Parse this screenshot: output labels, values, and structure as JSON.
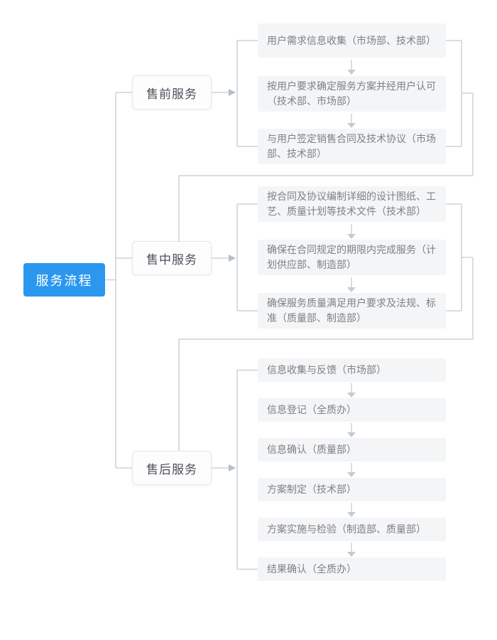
{
  "root": {
    "label": "服务流程"
  },
  "branches": [
    {
      "label": "售前服务",
      "steps": [
        {
          "text": "用户需求信息收集（市场部、技术部）"
        },
        {
          "text": "按用户要求确定服务方案并经用户认可（技术部、市场部）"
        },
        {
          "text": "与用户签定销售合同及技术协议（市场部、技术部）"
        }
      ]
    },
    {
      "label": "售中服务",
      "steps": [
        {
          "text": "按合同及协议编制详细的设计图纸、工艺、质量计划等技术文件（技术部）"
        },
        {
          "text": "确保在合同规定的期限内完成服务（计划供应部、制造部）"
        },
        {
          "text": "确保服务质量满足用户要求及法规、标准（质量部、制造部）"
        }
      ]
    },
    {
      "label": "售后服务",
      "steps": [
        {
          "text": "信息收集与反馈（市场部）"
        },
        {
          "text": "信息登记（全质办）"
        },
        {
          "text": "信息确认（质量部）"
        },
        {
          "text": "方案制定（技术部）"
        },
        {
          "text": "方案实施与检验（制造部、质量部）"
        },
        {
          "text": "结果确认（全质办）"
        }
      ]
    }
  ],
  "colors": {
    "root_bg": "#2b97ef",
    "root_text": "#ffffff",
    "branch_border": "#e4e8eb",
    "branch_text": "#4b5057",
    "step_bg": "#f4f5f6",
    "step_text": "#7c8186",
    "connector": "#ccd3da",
    "arrowhead": "#b6bec6"
  }
}
